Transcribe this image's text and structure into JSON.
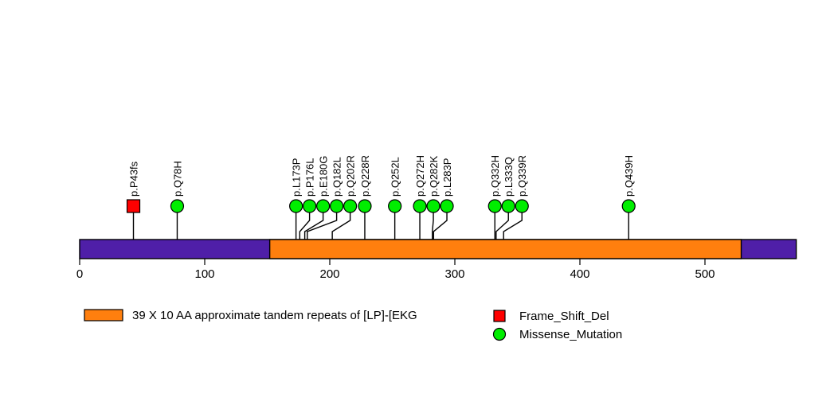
{
  "chart_data": {
    "type": "lollipop",
    "title": "",
    "xlabel": "",
    "ylabel": "",
    "xlim": [
      0,
      573
    ],
    "grid": false,
    "legend_position": "bottom-left",
    "protein": {
      "length": 573,
      "backbone_color": "#4F1FA8",
      "domains": [
        {
          "name": "39 X 10 AA approximate tandem repeats of [LP]-[EKG",
          "start": 152,
          "end": 529,
          "color": "#FF7F0E"
        }
      ]
    },
    "axis_ticks": [
      0,
      100,
      200,
      300,
      400,
      500
    ],
    "mutations": [
      {
        "label": "p.P43fs",
        "position": 43,
        "type": "Frame_Shift_Del",
        "color": "#FF0000",
        "shape": "square",
        "count": 1
      },
      {
        "label": "p.Q78H",
        "position": 78,
        "type": "Missense_Mutation",
        "color": "#00EE00",
        "shape": "circle",
        "count": 1
      },
      {
        "label": "p.L173P",
        "position": 173,
        "type": "Missense_Mutation",
        "color": "#00EE00",
        "shape": "circle",
        "count": 1
      },
      {
        "label": "p.P176L",
        "position": 176,
        "type": "Missense_Mutation",
        "color": "#00EE00",
        "shape": "circle",
        "count": 1
      },
      {
        "label": "p.E180G",
        "position": 180,
        "type": "Missense_Mutation",
        "color": "#00EE00",
        "shape": "circle",
        "count": 1
      },
      {
        "label": "p.Q182L",
        "position": 182,
        "type": "Missense_Mutation",
        "color": "#00EE00",
        "shape": "circle",
        "count": 1
      },
      {
        "label": "p.Q202R",
        "position": 202,
        "type": "Missense_Mutation",
        "color": "#00EE00",
        "shape": "circle",
        "count": 1
      },
      {
        "label": "p.Q228R",
        "position": 228,
        "type": "Missense_Mutation",
        "color": "#00EE00",
        "shape": "circle",
        "count": 1
      },
      {
        "label": "p.Q252L",
        "position": 252,
        "type": "Missense_Mutation",
        "color": "#00EE00",
        "shape": "circle",
        "count": 1
      },
      {
        "label": "p.Q272H",
        "position": 272,
        "type": "Missense_Mutation",
        "color": "#00EE00",
        "shape": "circle",
        "count": 1
      },
      {
        "label": "p.Q282K",
        "position": 282,
        "type": "Missense_Mutation",
        "color": "#00EE00",
        "shape": "circle",
        "count": 1
      },
      {
        "label": "p.L283P",
        "position": 283,
        "type": "Missense_Mutation",
        "color": "#00EE00",
        "shape": "circle",
        "count": 1
      },
      {
        "label": "p.Q332H",
        "position": 332,
        "type": "Missense_Mutation",
        "color": "#00EE00",
        "shape": "circle",
        "count": 1
      },
      {
        "label": "p.L333Q",
        "position": 333,
        "type": "Missense_Mutation",
        "color": "#00EE00",
        "shape": "circle",
        "count": 1
      },
      {
        "label": "p.Q339R",
        "position": 339,
        "type": "Missense_Mutation",
        "color": "#00EE00",
        "shape": "circle",
        "count": 1
      },
      {
        "label": "p.Q439H",
        "position": 439,
        "type": "Missense_Mutation",
        "color": "#00EE00",
        "shape": "circle",
        "count": 1
      }
    ],
    "legend": {
      "domain_entries": [
        {
          "label": "39 X 10 AA approximate tandem repeats of [LP]-[EKG",
          "color": "#FF7F0E",
          "shape": "rect"
        }
      ],
      "mutation_entries": [
        {
          "label": "Frame_Shift_Del",
          "color": "#FF0000",
          "shape": "square"
        },
        {
          "label": "Missense_Mutation",
          "color": "#00EE00",
          "shape": "circle"
        }
      ]
    }
  }
}
